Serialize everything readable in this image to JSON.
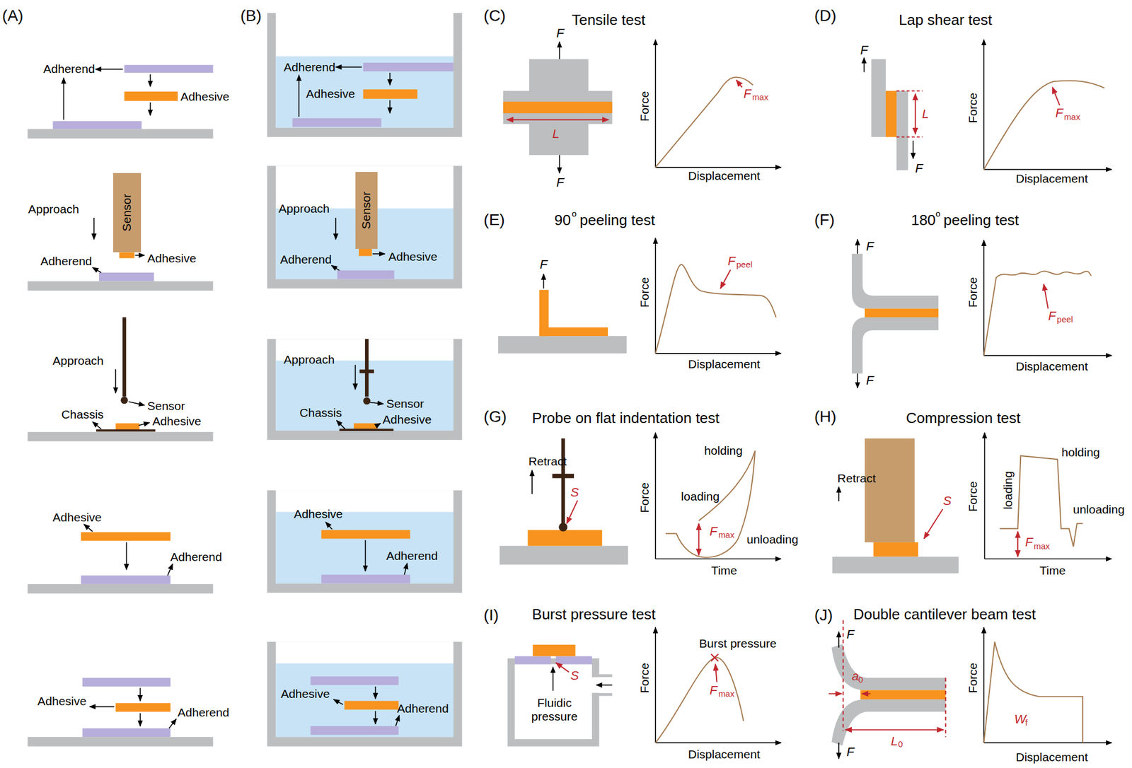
{
  "diagram": {
    "nodes": [
      {
        "text": [
          "Sensor"
        ]
      },
      {
        "text": [
          "Sensor"
        ]
      }
    ],
    "labels": [
      "(A)",
      "Adherend",
      "Adhesive",
      "Approach",
      "Adherend",
      "Adhesive",
      "Approach",
      "Sensor",
      "Chassis",
      "Adhesive",
      "Adhesive",
      "Adherend",
      "Adhesive",
      "Adherend",
      "(B)",
      "Adherend",
      "Adhesive",
      "Approach",
      "Adherend",
      "Adhesive",
      "Approach",
      "Sensor",
      "Chassis",
      "Adhesive",
      "Adhesive",
      "Adherend",
      "Adhesive",
      "Adherend",
      "(C)",
      "Tensile test",
      "F",
      "F",
      "L",
      "Force",
      "Displacement",
      "F",
      "max",
      "(D)",
      "Lap shear test",
      "F",
      "F",
      "L",
      "Force",
      "Displacement",
      "F",
      "max",
      "(E)",
      "90",
      "o",
      "peeling test",
      "F",
      "Force",
      "Displacement",
      "F",
      "peel",
      "(F)",
      "180",
      "o",
      "peeling test",
      "F",
      "F",
      "Force",
      "Displacement",
      "F",
      "peel",
      "(G)",
      "Probe on flat indentation test",
      "Retract",
      "S",
      "Force",
      "Time",
      "holding",
      "loading",
      "F",
      "max",
      "unloading",
      "(H)",
      "Compression test",
      "Retract",
      "S",
      "Force",
      "Time",
      "loading",
      "holding",
      "unloading",
      "F",
      "max",
      "(I)",
      "Burst pressure test",
      "S",
      "Fluidic pressure",
      "Force",
      "Displacement",
      "Burst pressure",
      "F",
      "max",
      "(J)",
      "Double cantilever beam test",
      "F",
      "F",
      "a",
      "0",
      "L",
      "0",
      "Force",
      "Displacement",
      "W",
      "f"
    ]
  }
}
